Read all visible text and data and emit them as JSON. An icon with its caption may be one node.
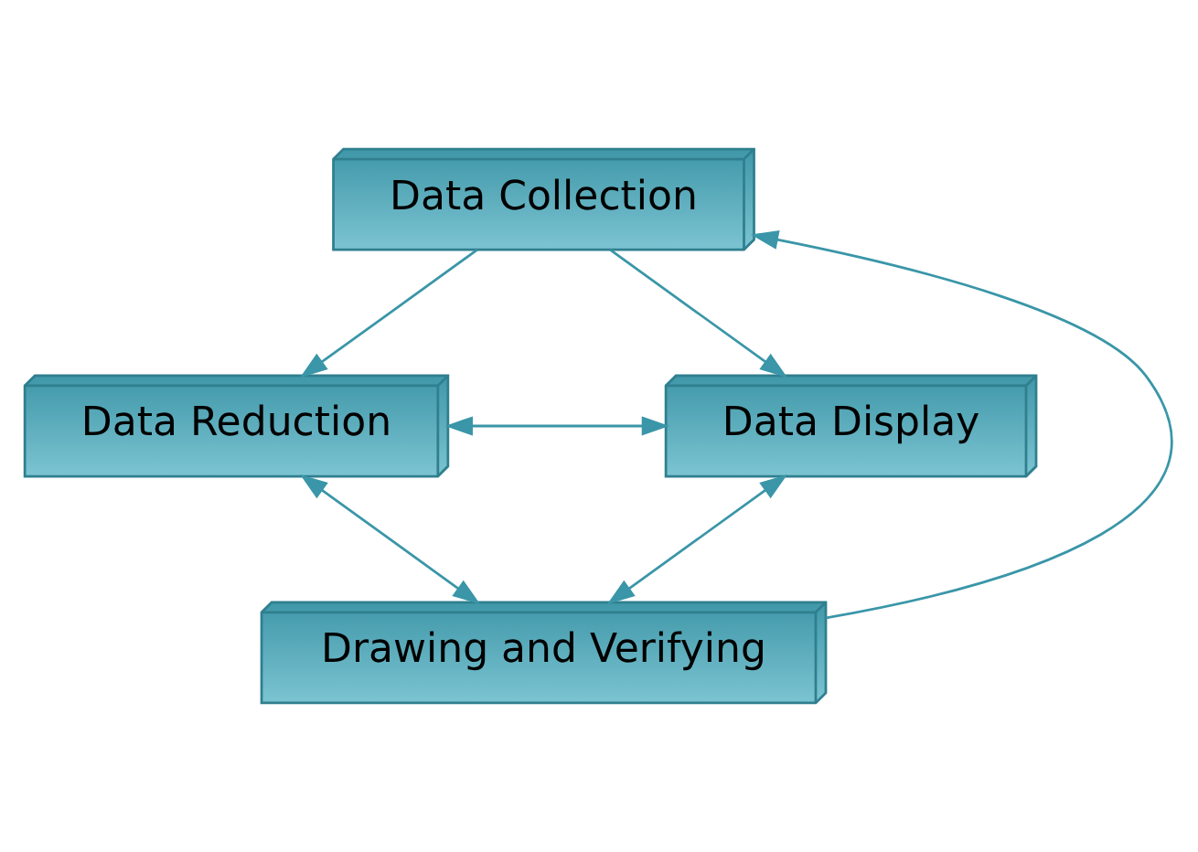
{
  "diagram": {
    "nodes": [
      {
        "text": [
          "Data Collection"
        ]
      },
      {
        "text": [
          "Data Reduction"
        ]
      },
      {
        "text": [
          "Data Display"
        ]
      },
      {
        "text": [
          "Drawing and Verifying"
        ]
      }
    ],
    "edges": [
      {
        "from": 0,
        "to": 1,
        "arrow": "to"
      },
      {
        "from": 0,
        "to": 2,
        "arrow": "to"
      },
      {
        "from": 1,
        "to": 2,
        "arrow": "both"
      },
      {
        "from": 1,
        "to": 3,
        "arrow": "both"
      },
      {
        "from": 2,
        "to": 3,
        "arrow": "both"
      },
      {
        "from": 3,
        "to": 0,
        "arrow": "to"
      }
    ]
  }
}
